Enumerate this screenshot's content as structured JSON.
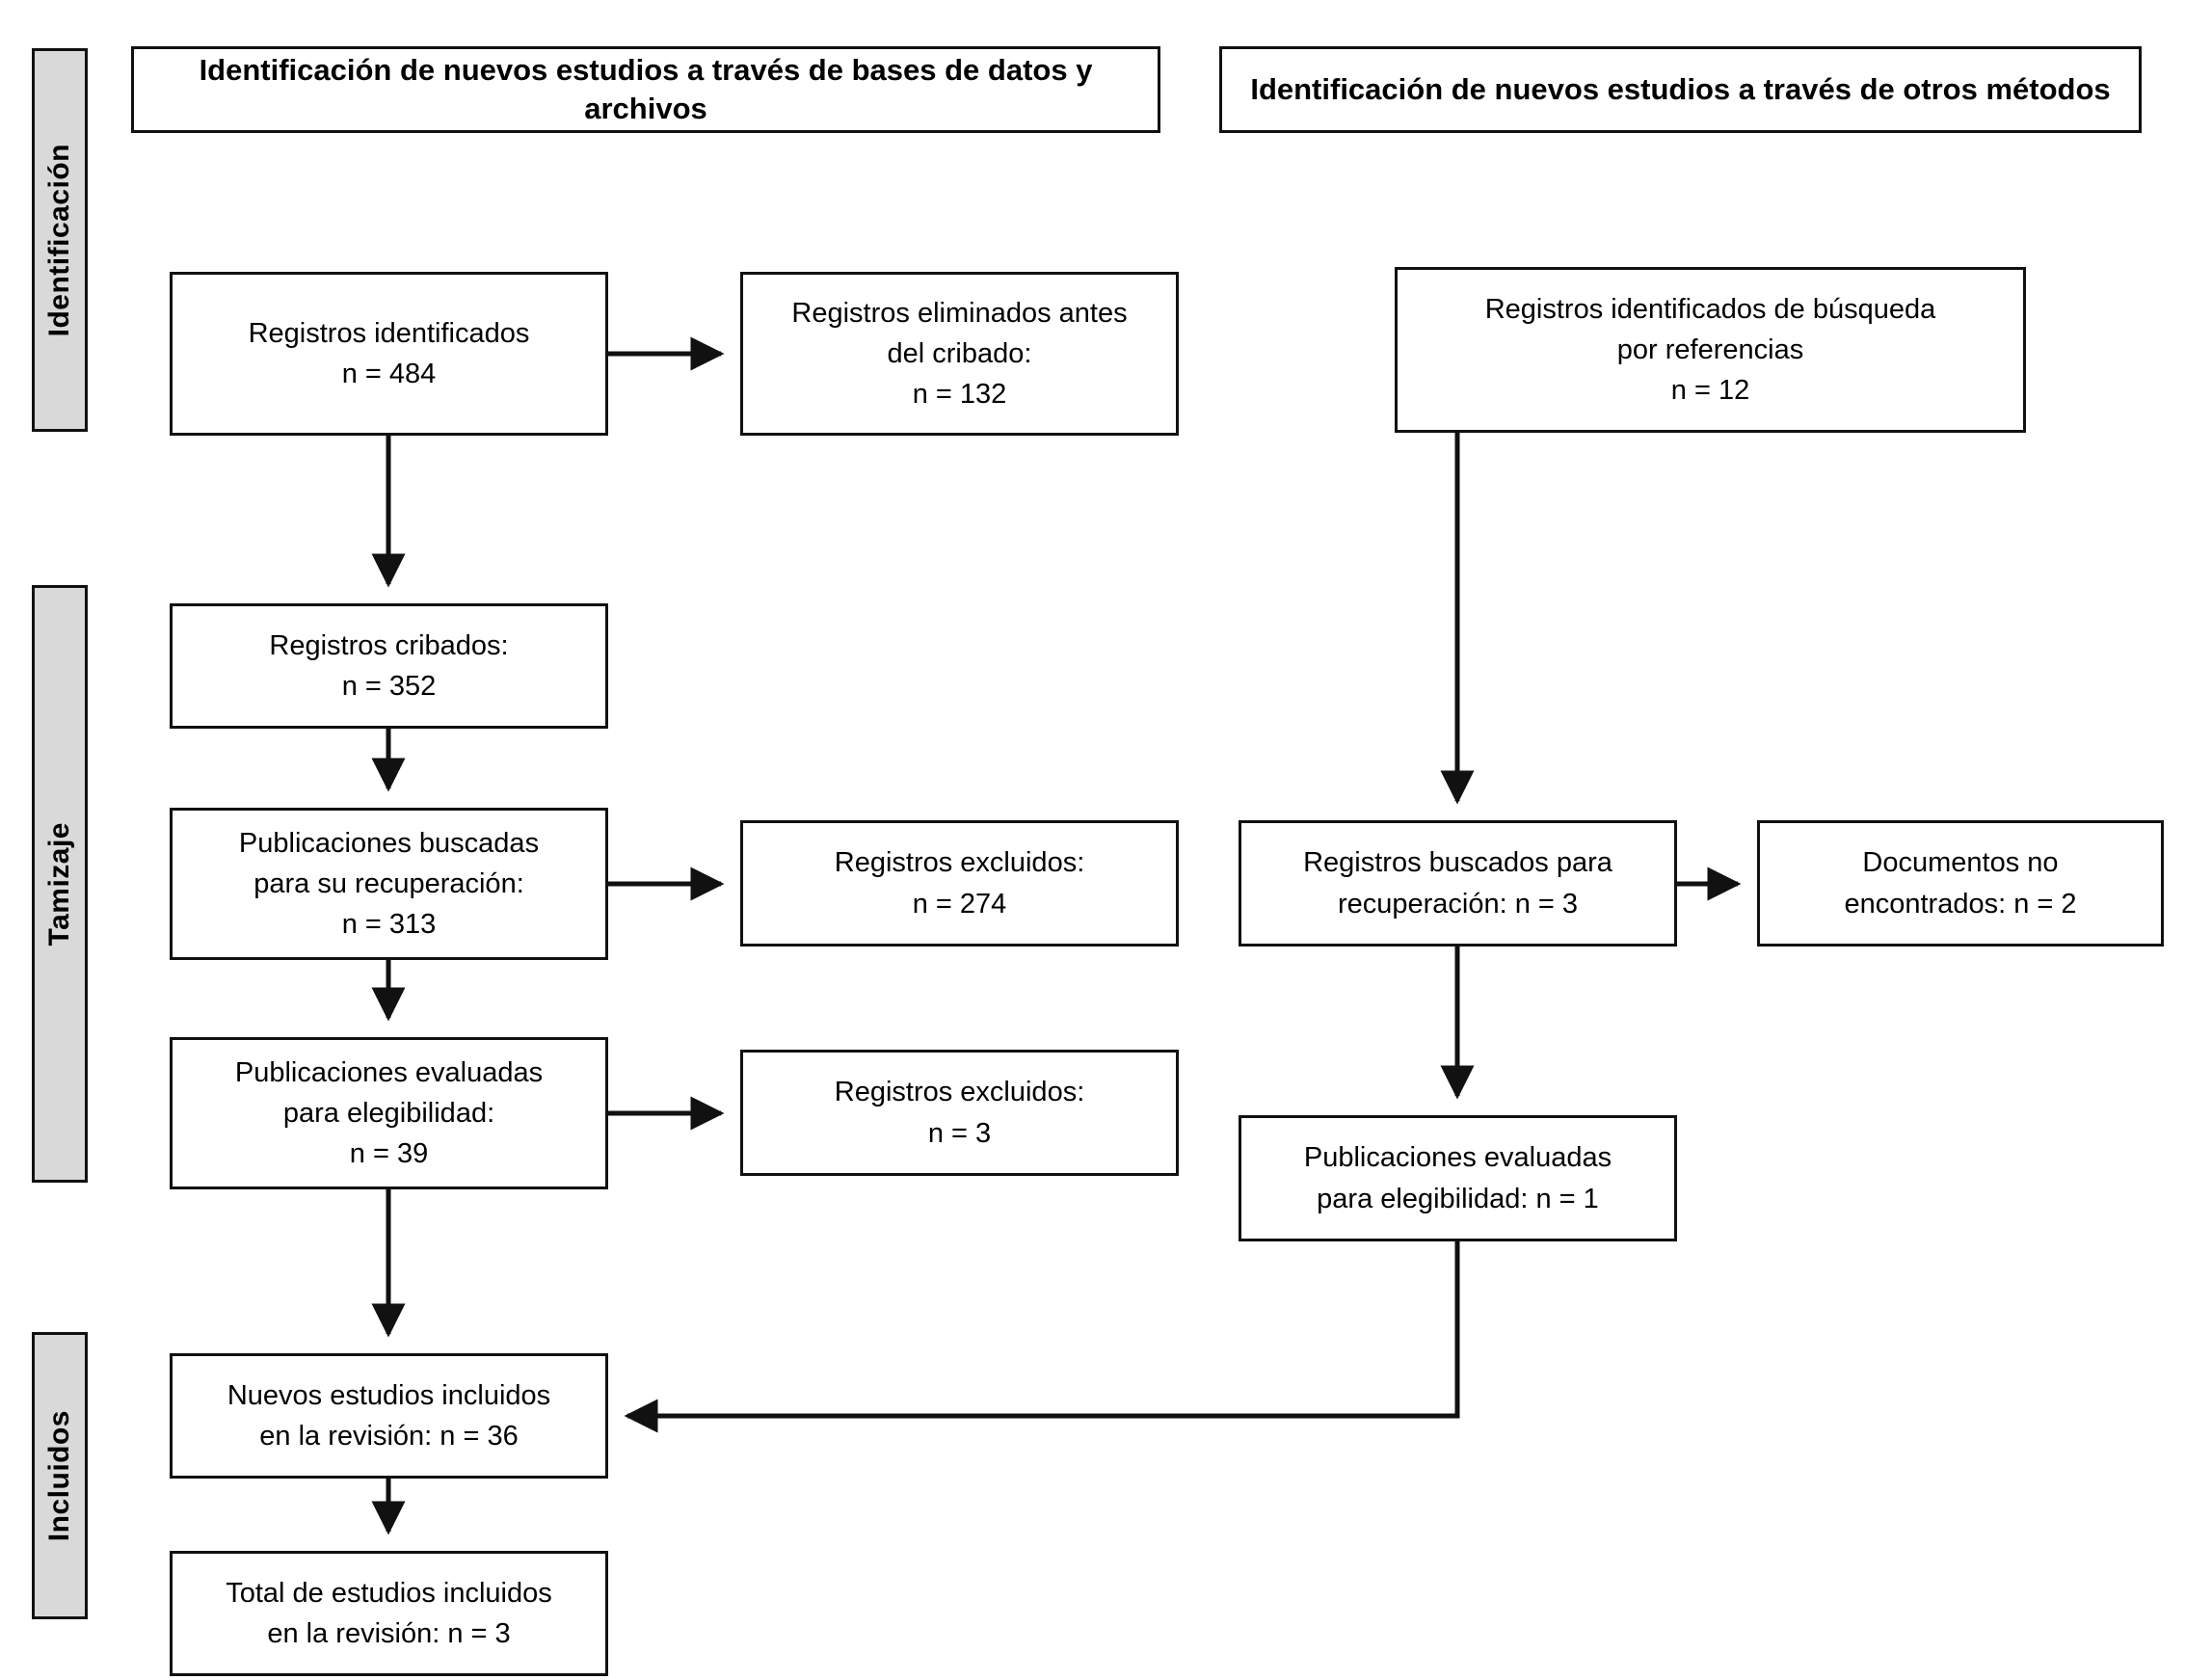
{
  "diagram": {
    "title": "PRISMA 2020 flow diagram",
    "language": "es",
    "line_color": "#111111",
    "band_fill": "#d9d9d9",
    "box_fill": "#ffffff"
  },
  "phases": [
    {
      "id": "identificacion",
      "label": "Identificación"
    },
    {
      "id": "tamizaje",
      "label": "Tamizaje"
    },
    {
      "id": "incluidos",
      "label": "Incluidos"
    }
  ],
  "headers": [
    {
      "id": "header-databases",
      "text": "Identificación de nuevos estudios a través de bases de datos y archivos"
    },
    {
      "id": "header-other-methods",
      "text": "Identificación de nuevos estudios a través de otros métodos"
    }
  ],
  "nodes": {
    "records_identified": {
      "id": "records-identified",
      "line1": "Registros identificados",
      "line2": "n = 484",
      "text": "Registros identificados\nn = 484"
    },
    "records_removed": {
      "id": "records-removed-before-screening",
      "line1": "Registros eliminados antes",
      "line2": "del cribado:",
      "line3": "n = 132",
      "text": "Registros eliminados antes\ndel cribado:\nn = 132"
    },
    "records_from_references": {
      "id": "records-identified-from-references",
      "line1": "Registros identificados de búsqueda",
      "line2": "por referencias",
      "line3": "n = 12",
      "text": "Registros identificados de búsqueda\npor referencias\nn = 12"
    },
    "records_screened": {
      "id": "records-screened",
      "line1": "Registros cribados:",
      "line2": "n = 352",
      "text": "Registros cribados:\nn = 352"
    },
    "reports_sought": {
      "id": "reports-sought-for-retrieval",
      "line1": "Publicaciones buscadas",
      "line2": "para su recuperación:",
      "line3": "n = 313",
      "text": "Publicaciones buscadas\npara su recuperación:\nn = 313"
    },
    "records_excluded_screening": {
      "id": "records-excluded-screening",
      "line1": "Registros excluidos:",
      "line2": "n = 274",
      "text": "Registros excluidos:\nn = 274"
    },
    "reports_sought_other": {
      "id": "reports-sought-other-methods",
      "line1": "Registros buscados para",
      "line2": "recuperación: n = 3",
      "text": "Registros buscados para\nrecuperación: n = 3"
    },
    "reports_not_retrieved_other": {
      "id": "reports-not-retrieved-other-methods",
      "line1": "Documentos no",
      "line2": "encontrados: n = 2",
      "text": "Documentos no\nencontrados: n = 2"
    },
    "reports_assessed": {
      "id": "reports-assessed-for-eligibility",
      "line1": "Publicaciones evaluadas",
      "line2": "para elegibilidad:",
      "line3": "n = 39",
      "text": "Publicaciones evaluadas\npara elegibilidad:\nn = 39"
    },
    "records_excluded_eligibility": {
      "id": "records-excluded-eligibility",
      "line1": "Registros excluidos:",
      "line2": "n = 3",
      "text": "Registros excluidos:\nn = 3"
    },
    "reports_assessed_other": {
      "id": "reports-assessed-other-methods",
      "line1": "Publicaciones evaluadas",
      "line2": "para elegibilidad: n = 1",
      "text": "Publicaciones evaluadas\npara elegibilidad: n = 1"
    },
    "new_studies_included": {
      "id": "new-studies-included",
      "line1": "Nuevos estudios incluidos",
      "line2": "en la revisión: n = 36",
      "text": "Nuevos estudios incluidos\nen la revisión: n = 36"
    },
    "total_studies_included": {
      "id": "total-studies-included",
      "line1": "Total de estudios incluidos",
      "line2": "en la revisión: n = 3",
      "text": "Total de estudios incluidos\nen la revisión: n = 3"
    }
  },
  "flow_data": {
    "type": "prisma-flow",
    "counts": {
      "records_identified": 484,
      "records_removed_before_screening": 132,
      "records_identified_from_references": 12,
      "records_screened": 352,
      "reports_sought_for_retrieval": 313,
      "records_excluded_screening": 274,
      "reports_sought_other_methods": 3,
      "reports_not_retrieved_other_methods": 2,
      "reports_assessed_for_eligibility": 39,
      "records_excluded_eligibility": 3,
      "reports_assessed_other_methods": 1,
      "new_studies_included": 36,
      "total_studies_included": 3
    }
  }
}
